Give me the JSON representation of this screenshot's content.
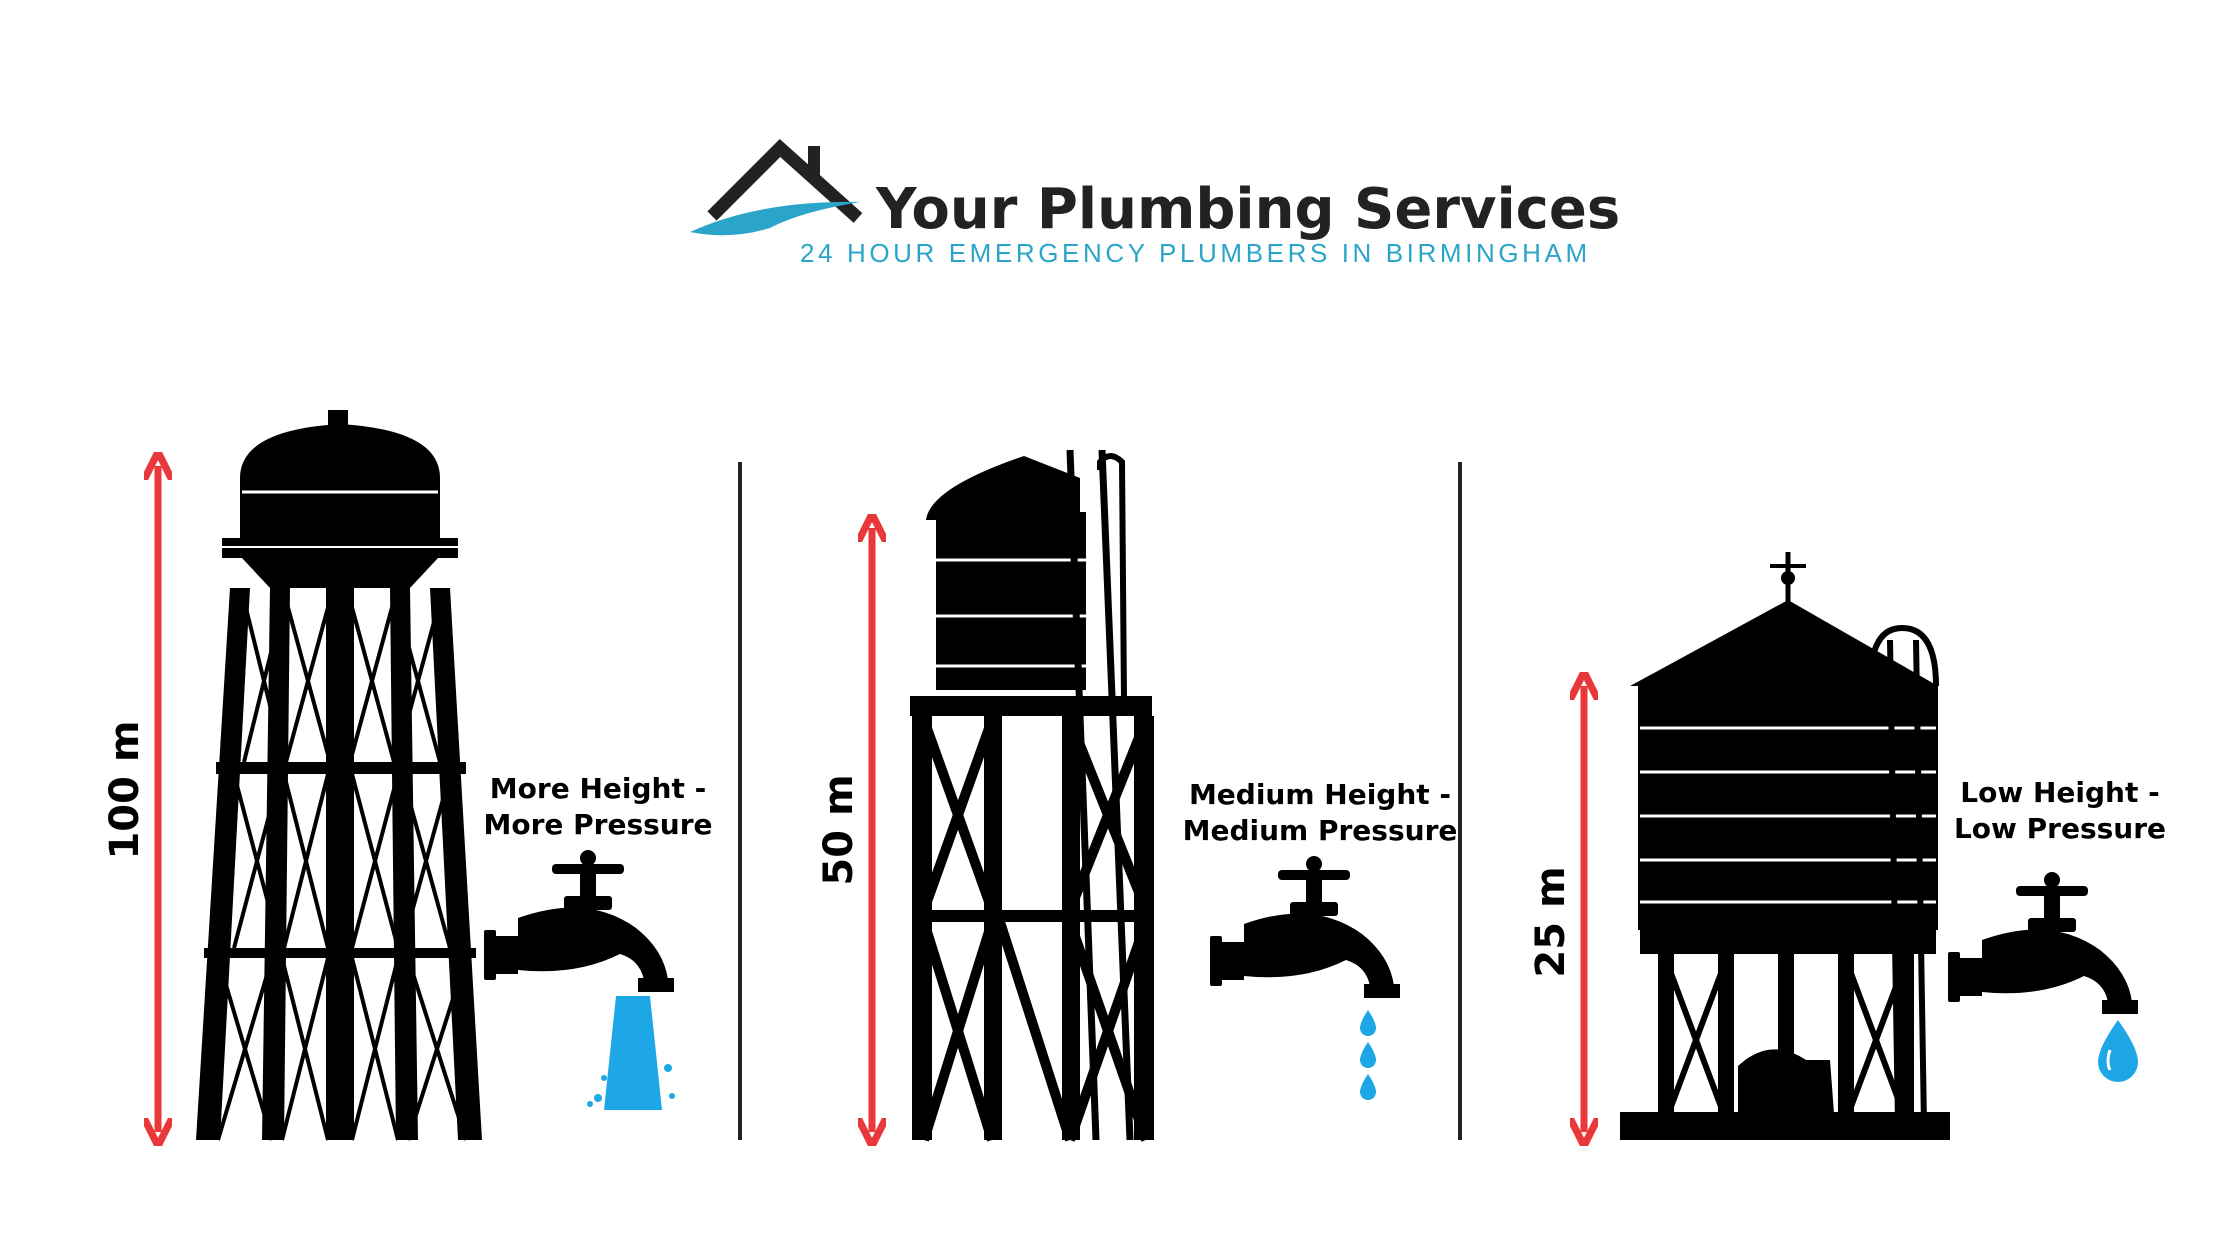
{
  "logo": {
    "name": "Your Plumbing Services",
    "tagline": "24 HOUR EMERGENCY PLUMBERS IN BIRMINGHAM"
  },
  "colors": {
    "arrow": "#e8383a",
    "water": "#1ea7e6",
    "silhouette": "#000000",
    "logo_blue": "#2aa5c9",
    "logo_dark": "#222222",
    "divider": "#222222"
  },
  "towers": [
    {
      "height_label": "100 m",
      "caption_line1": "More Height -",
      "caption_line2": "More Pressure",
      "flow": "stream"
    },
    {
      "height_label": "50 m",
      "caption_line1": "Medium Height -",
      "caption_line2": "Medium Pressure",
      "flow": "drips"
    },
    {
      "height_label": "25 m",
      "caption_line1": "Low Height -",
      "caption_line2": "Low Pressure",
      "flow": "drop"
    }
  ]
}
